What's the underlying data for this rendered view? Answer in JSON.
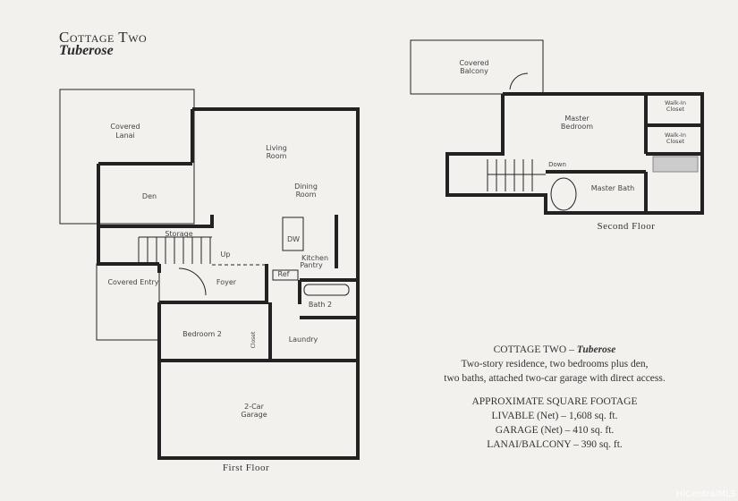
{
  "header": {
    "title": "Cottage Two",
    "subtitle": "Tuberose"
  },
  "first_floor": {
    "caption": "First Floor",
    "rooms": {
      "covered_lanai": [
        "Covered",
        "Lanai"
      ],
      "living_room": [
        "Living",
        "Room"
      ],
      "den": "Den",
      "dining_room": [
        "Dining",
        "Room"
      ],
      "storage": "Storage",
      "dw": "DW",
      "up": "Up",
      "kitchen": "Kitchen",
      "pantry": "Pantry",
      "ref": "Ref",
      "covered_entry": "Covered Entry",
      "foyer": "Foyer",
      "bath_2": "Bath 2",
      "bedroom_2": "Bedroom 2",
      "closet": "Closet",
      "laundry": "Laundry",
      "garage": [
        "2-Car",
        "Garage"
      ]
    }
  },
  "second_floor": {
    "caption": "Second Floor",
    "rooms": {
      "covered_balcony": [
        "Covered",
        "Balcony"
      ],
      "master_bedroom": [
        "Master",
        "Bedroom"
      ],
      "walk_in_closet_1": [
        "Walk-In",
        "Closet"
      ],
      "walk_in_closet_2": [
        "Walk-In",
        "Closet"
      ],
      "down": "Down",
      "master_bath": "Master Bath"
    }
  },
  "description": {
    "name": "COTTAGE TWO –",
    "name_italic": "Tuberose",
    "line1": "Two-story residence, two bedrooms plus den,",
    "line2": "two baths, attached two-car garage with direct access.",
    "sq_title": "APPROXIMATE SQUARE FOOTAGE",
    "livable": "LIVABLE (Net) – 1,608 sq. ft.",
    "garage": "GARAGE (Net) – 410 sq. ft.",
    "lanai": "LANAI/BALCONY – 390 sq. ft."
  },
  "watermark": "HiCentralMLS"
}
